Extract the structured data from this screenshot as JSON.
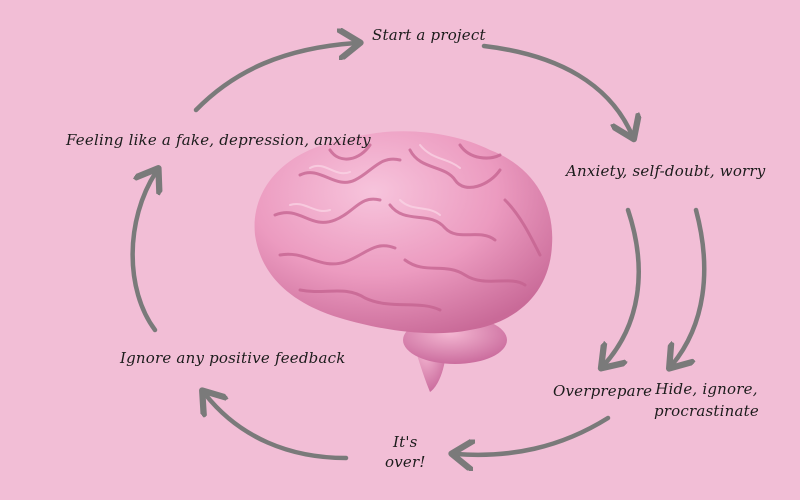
{
  "colors": {
    "background": "#f2bed6",
    "arrow": "#7a7a7a",
    "brain": "#ec9bc0",
    "text": "#1c1c1c"
  },
  "cycle": {
    "start": "Start a project",
    "anxiety": "Anxiety, self-doubt, worry",
    "overprepare": "Overprepare",
    "hide_line1": "Hide, ignore,",
    "hide_line2": "procrastinate",
    "over_line1": "It's",
    "over_line2": "over!",
    "ignore_feedback": "Ignore any positive feedback",
    "feeling_fake": "Feeling like a fake, depression, anxiety"
  },
  "icons": [
    "brain-illustration",
    "cycle-arrow"
  ]
}
